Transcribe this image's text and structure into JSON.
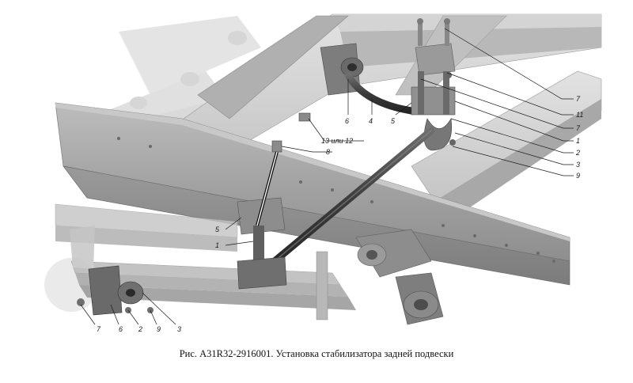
{
  "figure": {
    "caption": "Рис. А31R32-2916001. Установка стабилизатора задней подвески",
    "callouts_right": [
      "7",
      "11",
      "7",
      "1",
      "2",
      "3",
      "9"
    ],
    "callouts_top": [
      "6",
      "4",
      "5"
    ],
    "callout_nut": "13 или 12",
    "callout_bolt": "8",
    "callouts_mid": [
      "5",
      "1"
    ],
    "callouts_bottom": [
      "7",
      "6",
      "2",
      "9",
      "3"
    ]
  }
}
